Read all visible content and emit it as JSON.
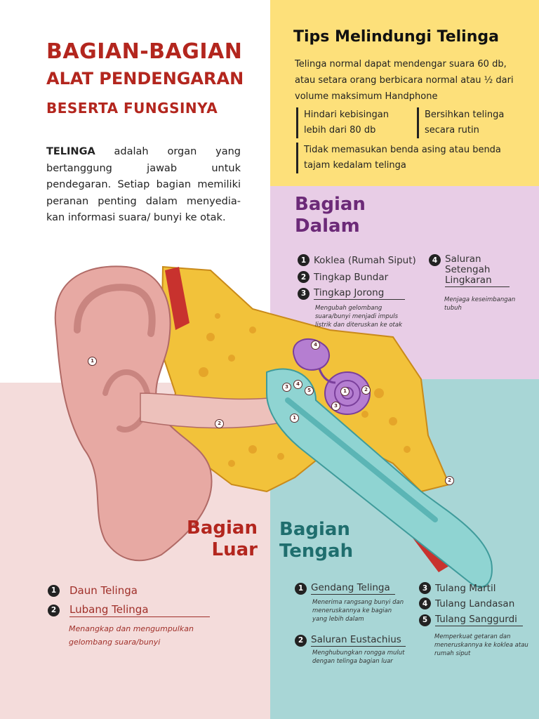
{
  "title": {
    "line1": "BAGIAN-BAGIAN",
    "line2": "ALAT PENDENGARAN",
    "line3": "BESERTA FUNGSINYA"
  },
  "intro": {
    "keyword": "TELINGA",
    "text": " adalah organ yang bertanggung jawab untuk pendegaran. Setiap bagian memiliki peranan penting dalam menyedia- kan informasi suara/ bunyi ke otak."
  },
  "tips": {
    "title": "Tips Melindungi Telinga",
    "description": "Telinga normal dapat mendengar suara 60 db, atau setara orang berbicara normal atau ½ dari volume maksimum Handphone",
    "items": [
      "Hindari kebisingan lebih dari 80 db",
      "Bersihkan telinga secara rutin",
      "Tidak memasukan benda asing atau benda tajam kedalam telinga"
    ]
  },
  "dalam": {
    "title_line1": "Bagian",
    "title_line2": "Dalam",
    "items": [
      {
        "num": "1",
        "label": "Koklea (Rumah Siput)"
      },
      {
        "num": "2",
        "label": "Tingkap Bundar"
      },
      {
        "num": "3",
        "label": "Tingkap Jorong"
      },
      {
        "num": "4",
        "label": "Saluran Setengah Lingkaran"
      }
    ],
    "desc_jorong": "Mengubah gelombang suara/bunyi menjadi impuls listrik dan diteruskan ke otak",
    "desc_saluran": "Menjaga keseimbangan tubuh"
  },
  "luar": {
    "title_line1": "Bagian",
    "title_line2": "Luar",
    "items": [
      {
        "num": "1",
        "label": "Daun Telinga"
      },
      {
        "num": "2",
        "label": "Lubang Telinga"
      }
    ],
    "desc": "Menangkap dan mengumpulkan gelombang suara/bunyi"
  },
  "tengah": {
    "title_line1": "Bagian",
    "title_line2": "Tengah",
    "items": [
      {
        "num": "1",
        "label": "Gendang Telinga"
      },
      {
        "num": "2",
        "label": "Saluran Eustachius"
      },
      {
        "num": "3",
        "label": "Tulang Martil"
      },
      {
        "num": "4",
        "label": "Tulang Landasan"
      },
      {
        "num": "5",
        "label": "Tulang Sanggurdi"
      }
    ],
    "desc_gendang": "Menerima rangsang bunyi dan meneruskannya ke bagian yang lebih dalam",
    "desc_eustachius": "Menghubungkan rongga mulut dengan telinga bagian luar",
    "desc_tulang": "Memperkuat getaran dan meneruskannya ke koklea atau rumah siput"
  },
  "diagram_markers": [
    "1",
    "2",
    "1",
    "2",
    "3",
    "4",
    "5",
    "1",
    "2",
    "3",
    "4"
  ],
  "colors": {
    "red_title": "#b3261e",
    "purple_title": "#6c2a78",
    "teal_title": "#1f6e6e",
    "yellow_panel": "#fde07a",
    "purple_panel": "#e8cde6",
    "pink_panel": "#f4dcdb",
    "teal_panel": "#a8d6d6"
  }
}
